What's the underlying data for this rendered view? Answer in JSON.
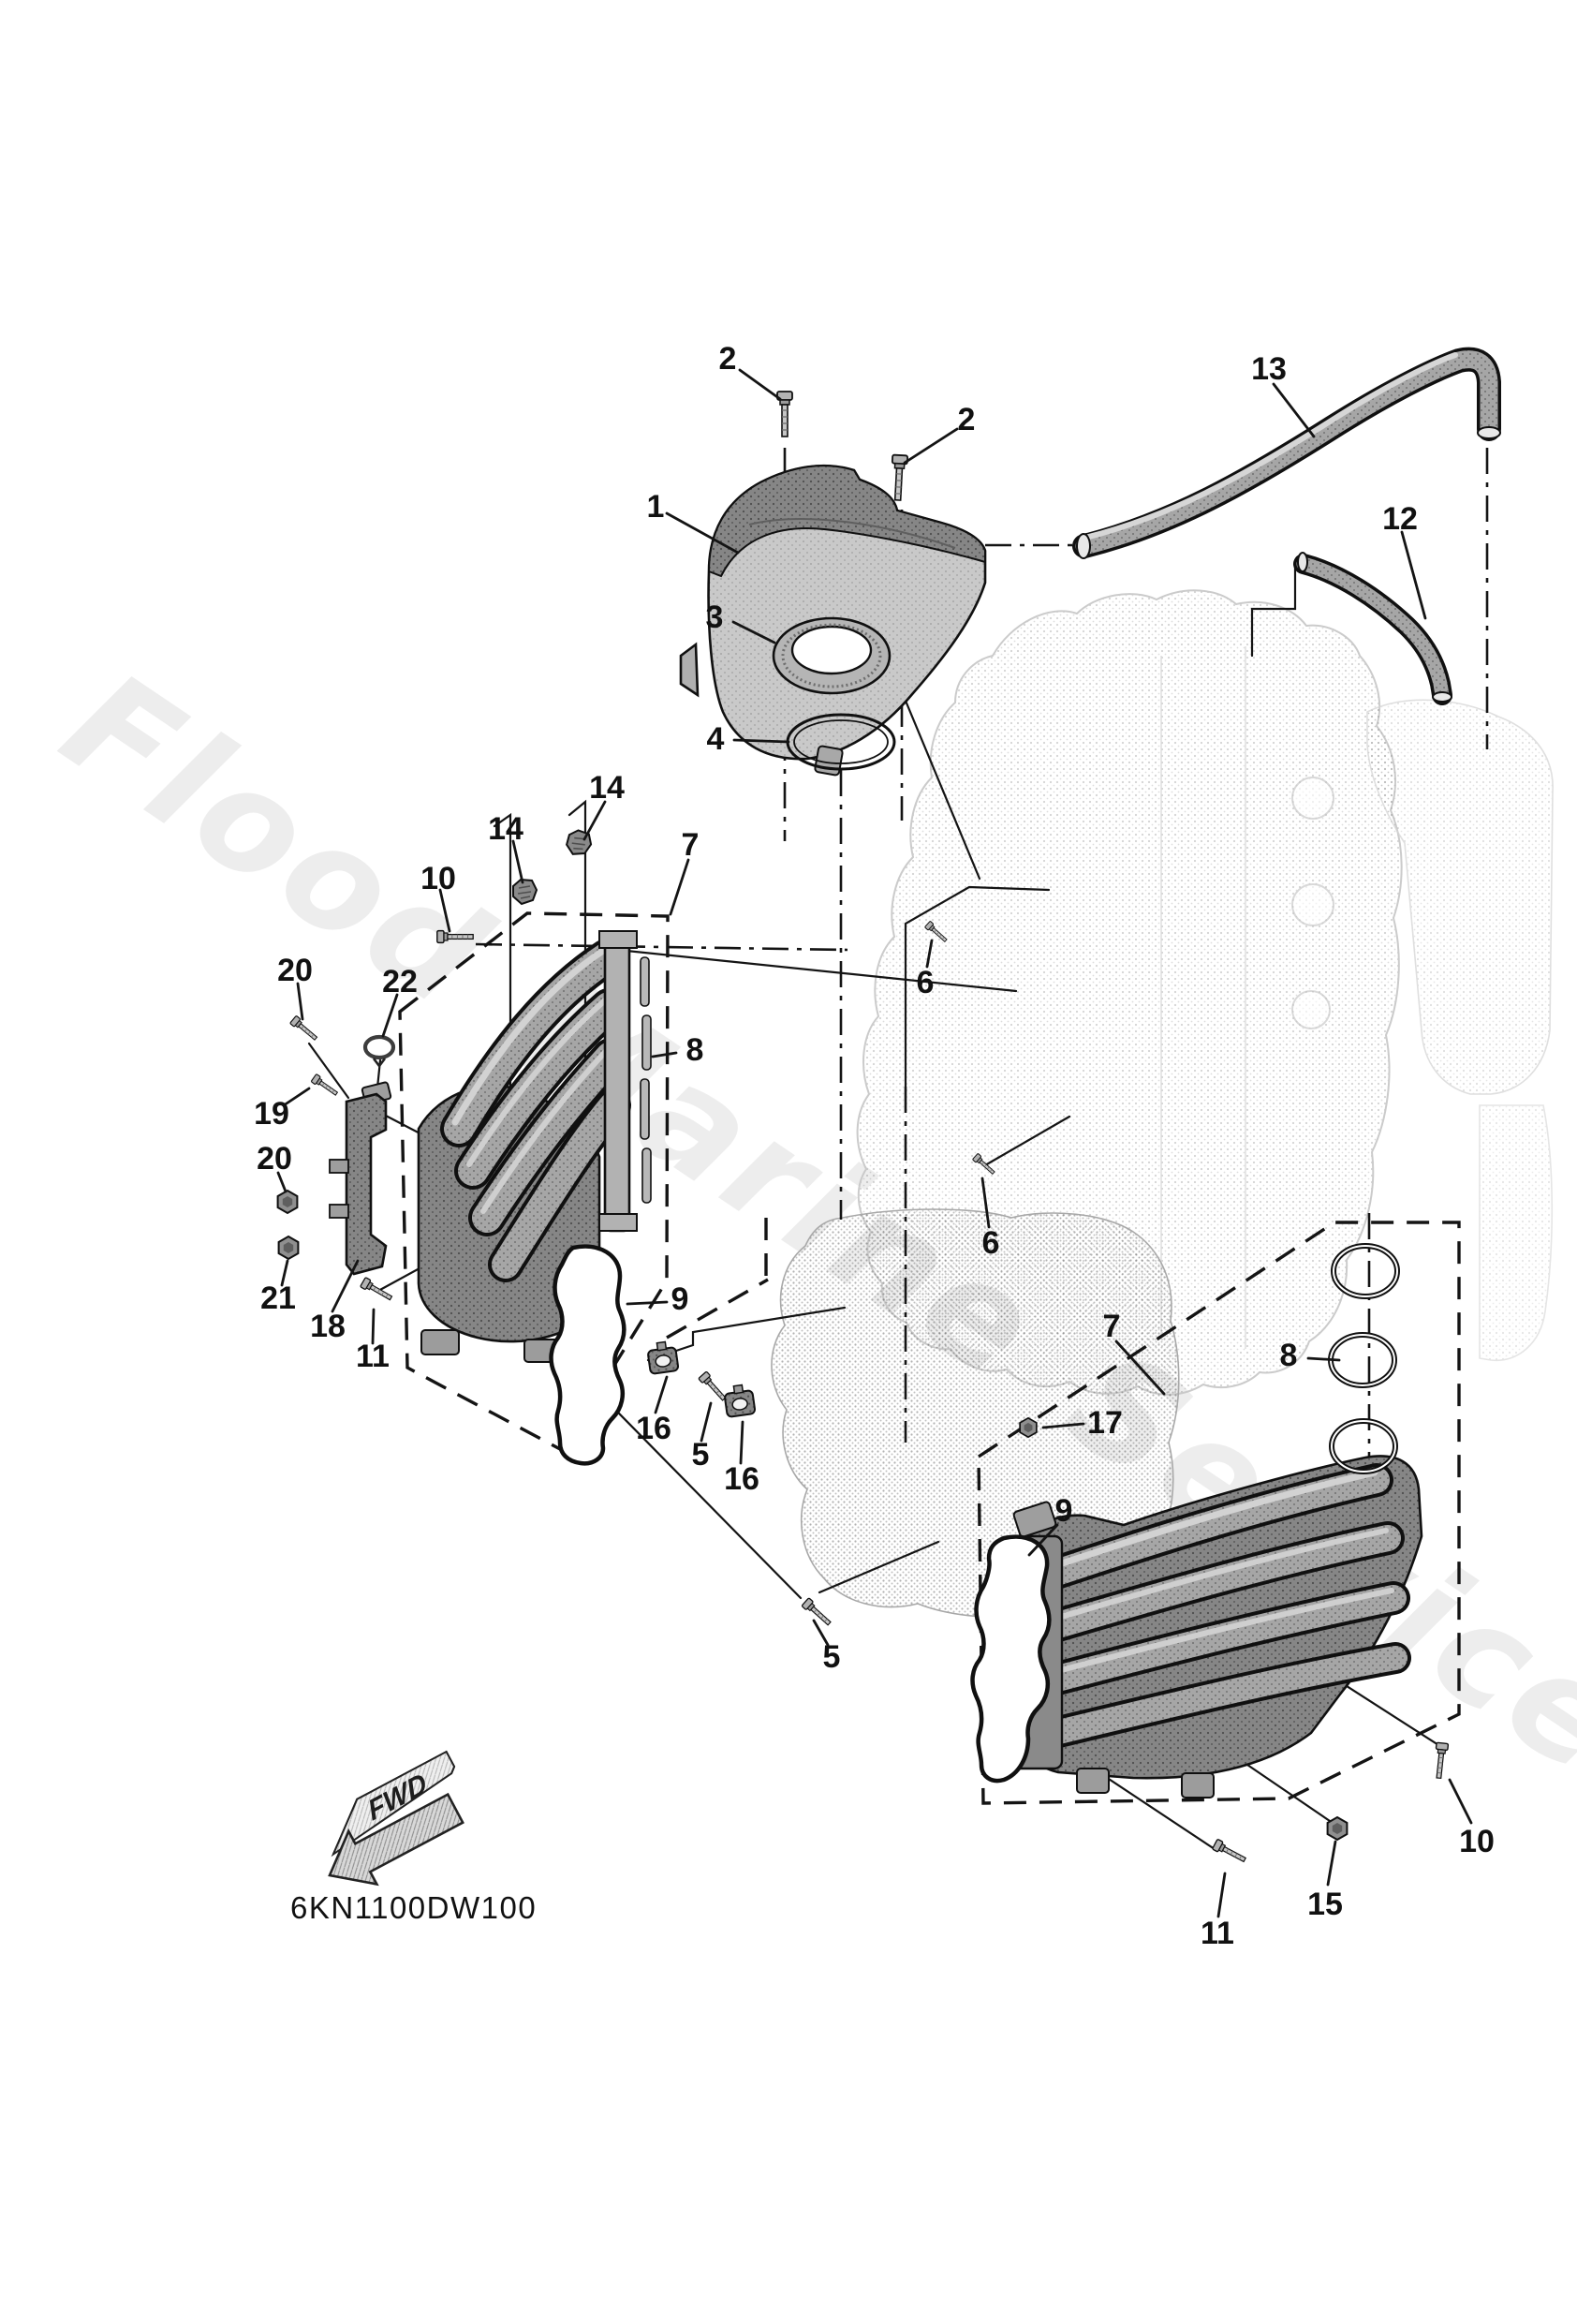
{
  "watermark": "Flood Marine Services",
  "drawing_code": "6KN1100DW100",
  "fwd_label": "FWD",
  "callouts": [
    "2",
    "2",
    "1",
    "13",
    "12",
    "3",
    "4",
    "14",
    "14",
    "10",
    "7",
    "6",
    "20",
    "22",
    "8",
    "19",
    "20",
    "21",
    "18",
    "11",
    "9",
    "16",
    "5",
    "16",
    "6",
    "7",
    "8",
    "17",
    "9",
    "5",
    "10",
    "15",
    "11"
  ],
  "colors": {
    "ink": "#111111",
    "part_gray": "#a6a6a6",
    "part_gray_dark": "#8a8a8a",
    "engine_stipple": "#9c9c9c",
    "watermark_gray": "#ebebeb",
    "background": "#ffffff"
  }
}
